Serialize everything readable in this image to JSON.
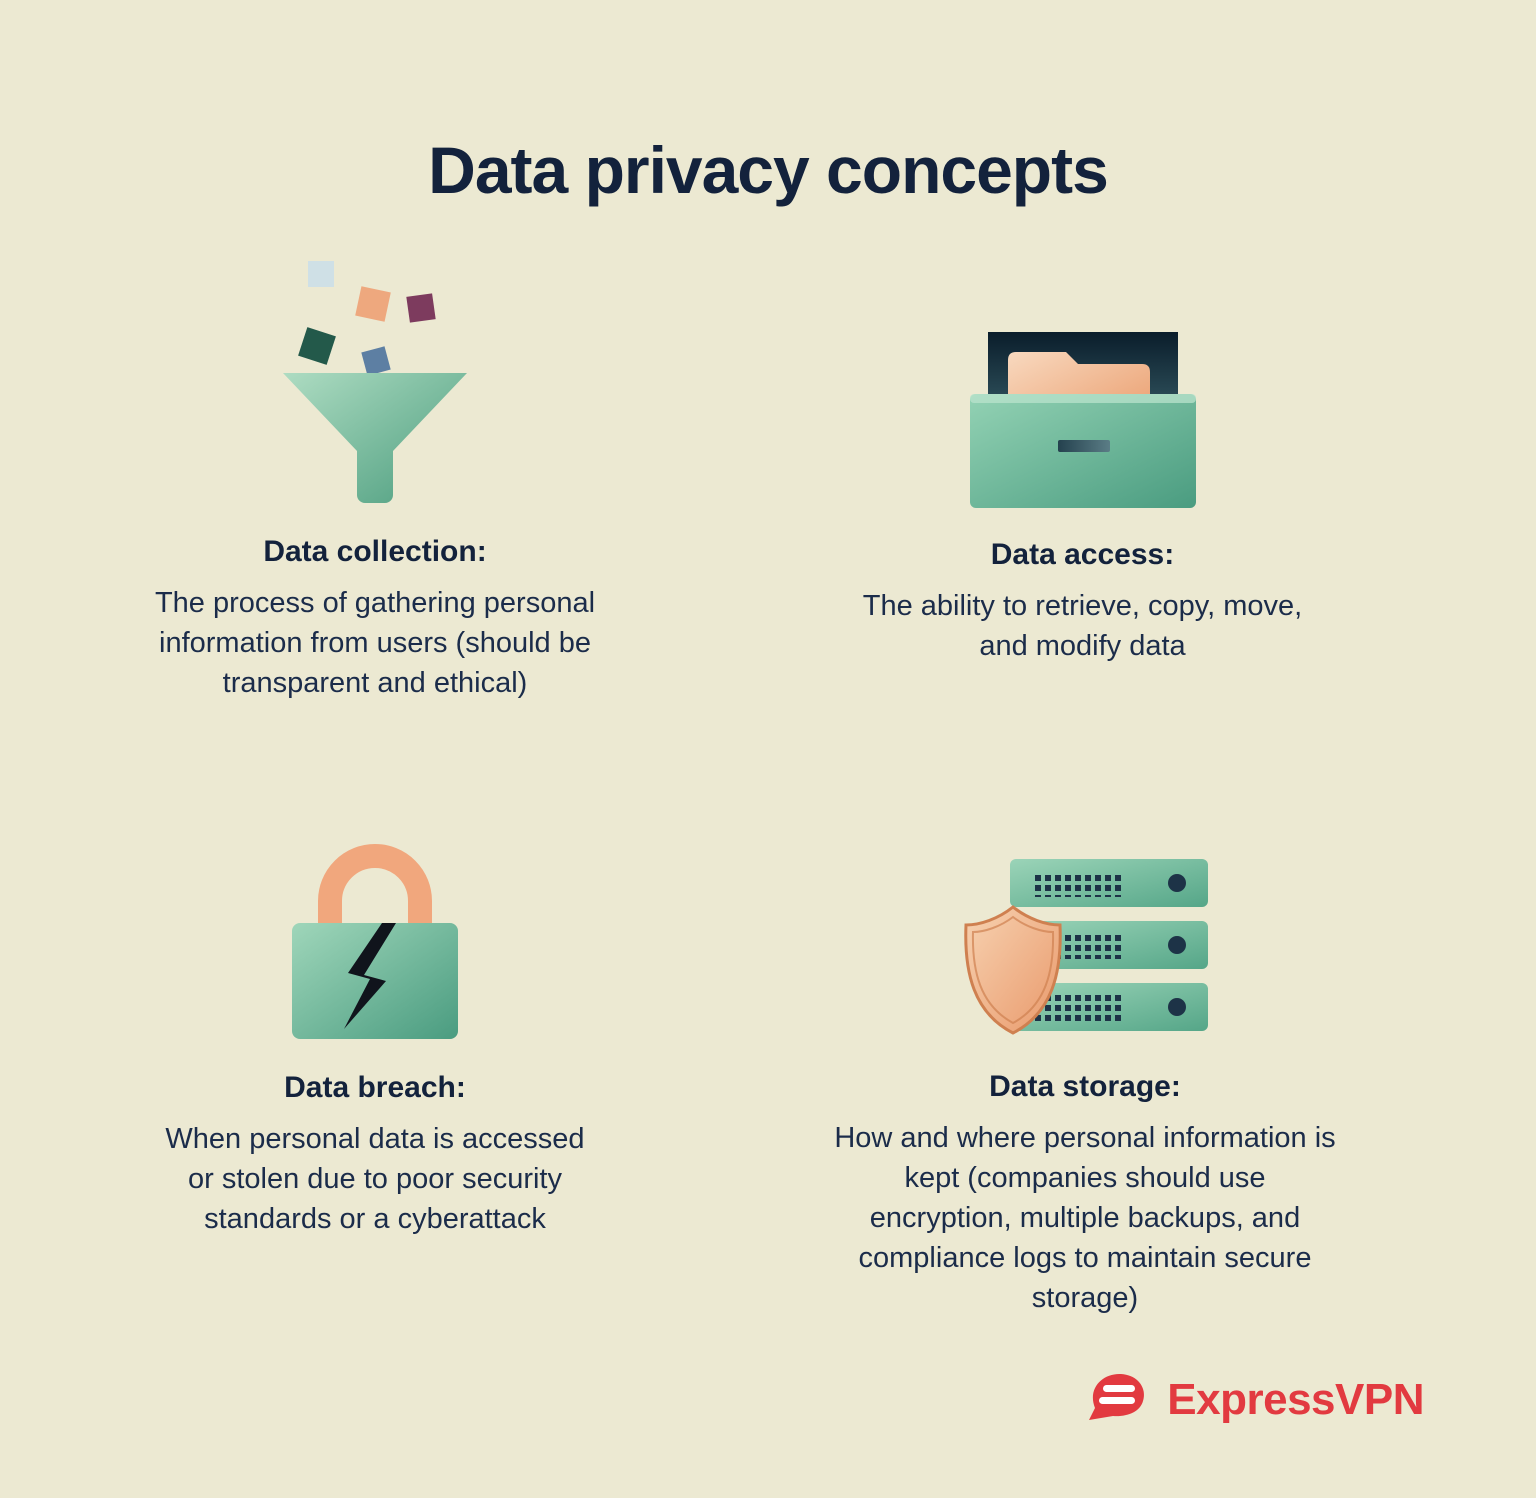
{
  "page": {
    "title": "Data privacy concepts"
  },
  "sections": [
    {
      "id": "data-collection",
      "icon": "funnel-icon",
      "heading": "Data collection:",
      "body": "The process of gathering personal information from users (should be transparent and ethical)"
    },
    {
      "id": "data-access",
      "icon": "file-drawer-icon",
      "heading": "Data access:",
      "body": "The ability to retrieve, copy, move, and modify data"
    },
    {
      "id": "data-breach",
      "icon": "broken-padlock-icon",
      "heading": "Data breach:",
      "body": "When personal data is accessed or stolen due to poor security standards or a cyberattack"
    },
    {
      "id": "data-storage",
      "icon": "shield-servers-icon",
      "heading": "Data storage:",
      "body": "How and where personal information is kept (companies should use encryption, multiple backups, and compliance logs to maintain secure storage)"
    }
  ],
  "brand": {
    "name": "ExpressVPN"
  },
  "colors": {
    "background": "#ECE9D2",
    "text": "#16243E",
    "green": "#59A98B",
    "peach": "#F0A47C",
    "brand_red": "#E23A40"
  }
}
